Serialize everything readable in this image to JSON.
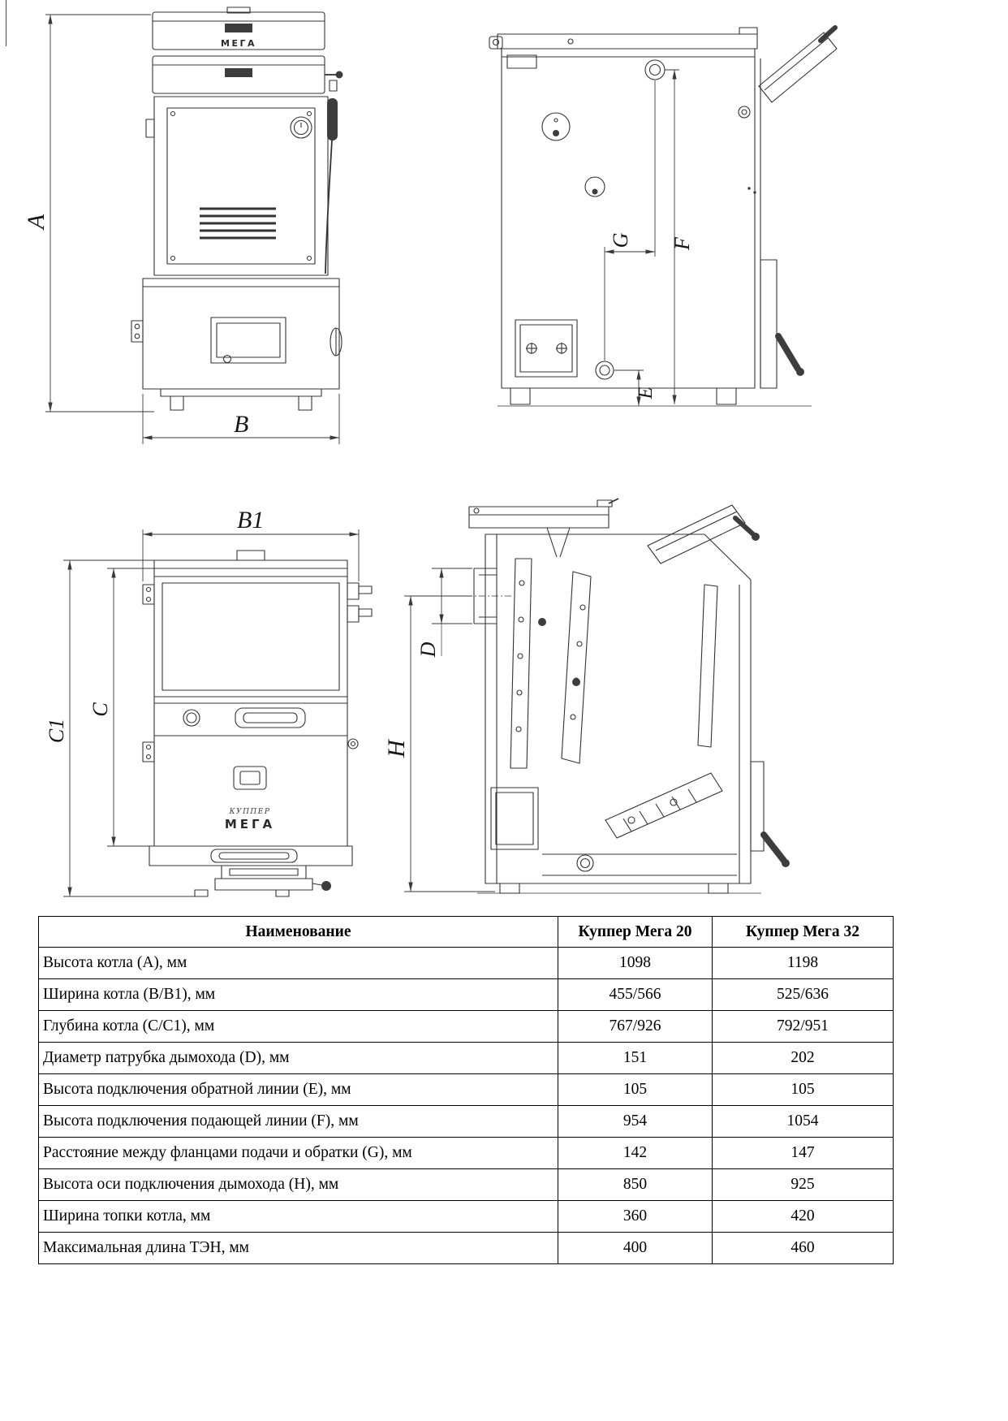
{
  "page": {
    "background": "#ffffff",
    "line_color": "#333333"
  },
  "drawing": {
    "brand_mega": "МЕГА",
    "brand_kupper": "КУППЕР",
    "labels": {
      "A": "A",
      "B": "B",
      "B1": "B1",
      "C": "C",
      "C1": "C1",
      "D": "D",
      "E": "E",
      "F": "F",
      "G": "G",
      "H": "H"
    }
  },
  "table": {
    "headers": [
      "Наименование",
      "Куппер Мега 20",
      "Куппер Мега 32"
    ],
    "rows": [
      {
        "name": "Высота котла (A), мм",
        "v20": "1098",
        "v32": "1198"
      },
      {
        "name": "Ширина котла (B/B1), мм",
        "v20": "455/566",
        "v32": "525/636"
      },
      {
        "name": "Глубина котла (C/C1), мм",
        "v20": "767/926",
        "v32": "792/951"
      },
      {
        "name": "Диаметр патрубка дымохода (D), мм",
        "v20": "151",
        "v32": "202"
      },
      {
        "name": "Высота подключения обратной линии (E), мм",
        "v20": "105",
        "v32": "105"
      },
      {
        "name": "Высота подключения подающей линии (F), мм",
        "v20": "954",
        "v32": "1054"
      },
      {
        "name": "Расстояние между фланцами подачи и обратки (G), мм",
        "v20": "142",
        "v32": "147"
      },
      {
        "name": "Высота оси подключения дымохода (H), мм",
        "v20": "850",
        "v32": "925"
      },
      {
        "name": "Ширина топки котла, мм",
        "v20": "360",
        "v32": "420"
      },
      {
        "name": "Максимальная длина ТЭН, мм",
        "v20": "400",
        "v32": "460"
      }
    ]
  }
}
